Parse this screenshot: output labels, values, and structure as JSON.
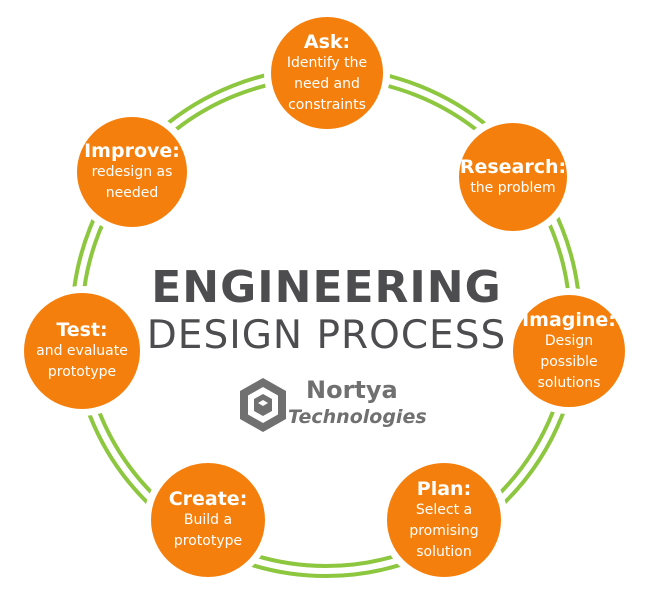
{
  "title": {
    "line1": "ENGINEERING",
    "line2": "DESIGN PROCESS"
  },
  "brand": {
    "name": "Nortya",
    "sub": "Technologies",
    "icon": "hexagon-cube-logo"
  },
  "colors": {
    "node": "#f57f0c",
    "ring": "#8dc63f",
    "text": "#4d4d4f"
  },
  "steps": [
    {
      "title": "Ask:",
      "desc": "Identify the need and constraints"
    },
    {
      "title": "Research:",
      "desc": "the problem"
    },
    {
      "title": "Imagine:",
      "desc": "Design possible solutions"
    },
    {
      "title": "Plan:",
      "desc": "Select a promising solution"
    },
    {
      "title": "Create:",
      "desc": "Build a prototype"
    },
    {
      "title": "Test:",
      "desc": "and evaluate prototype"
    },
    {
      "title": "Improve:",
      "desc": "redesign as needed"
    }
  ]
}
